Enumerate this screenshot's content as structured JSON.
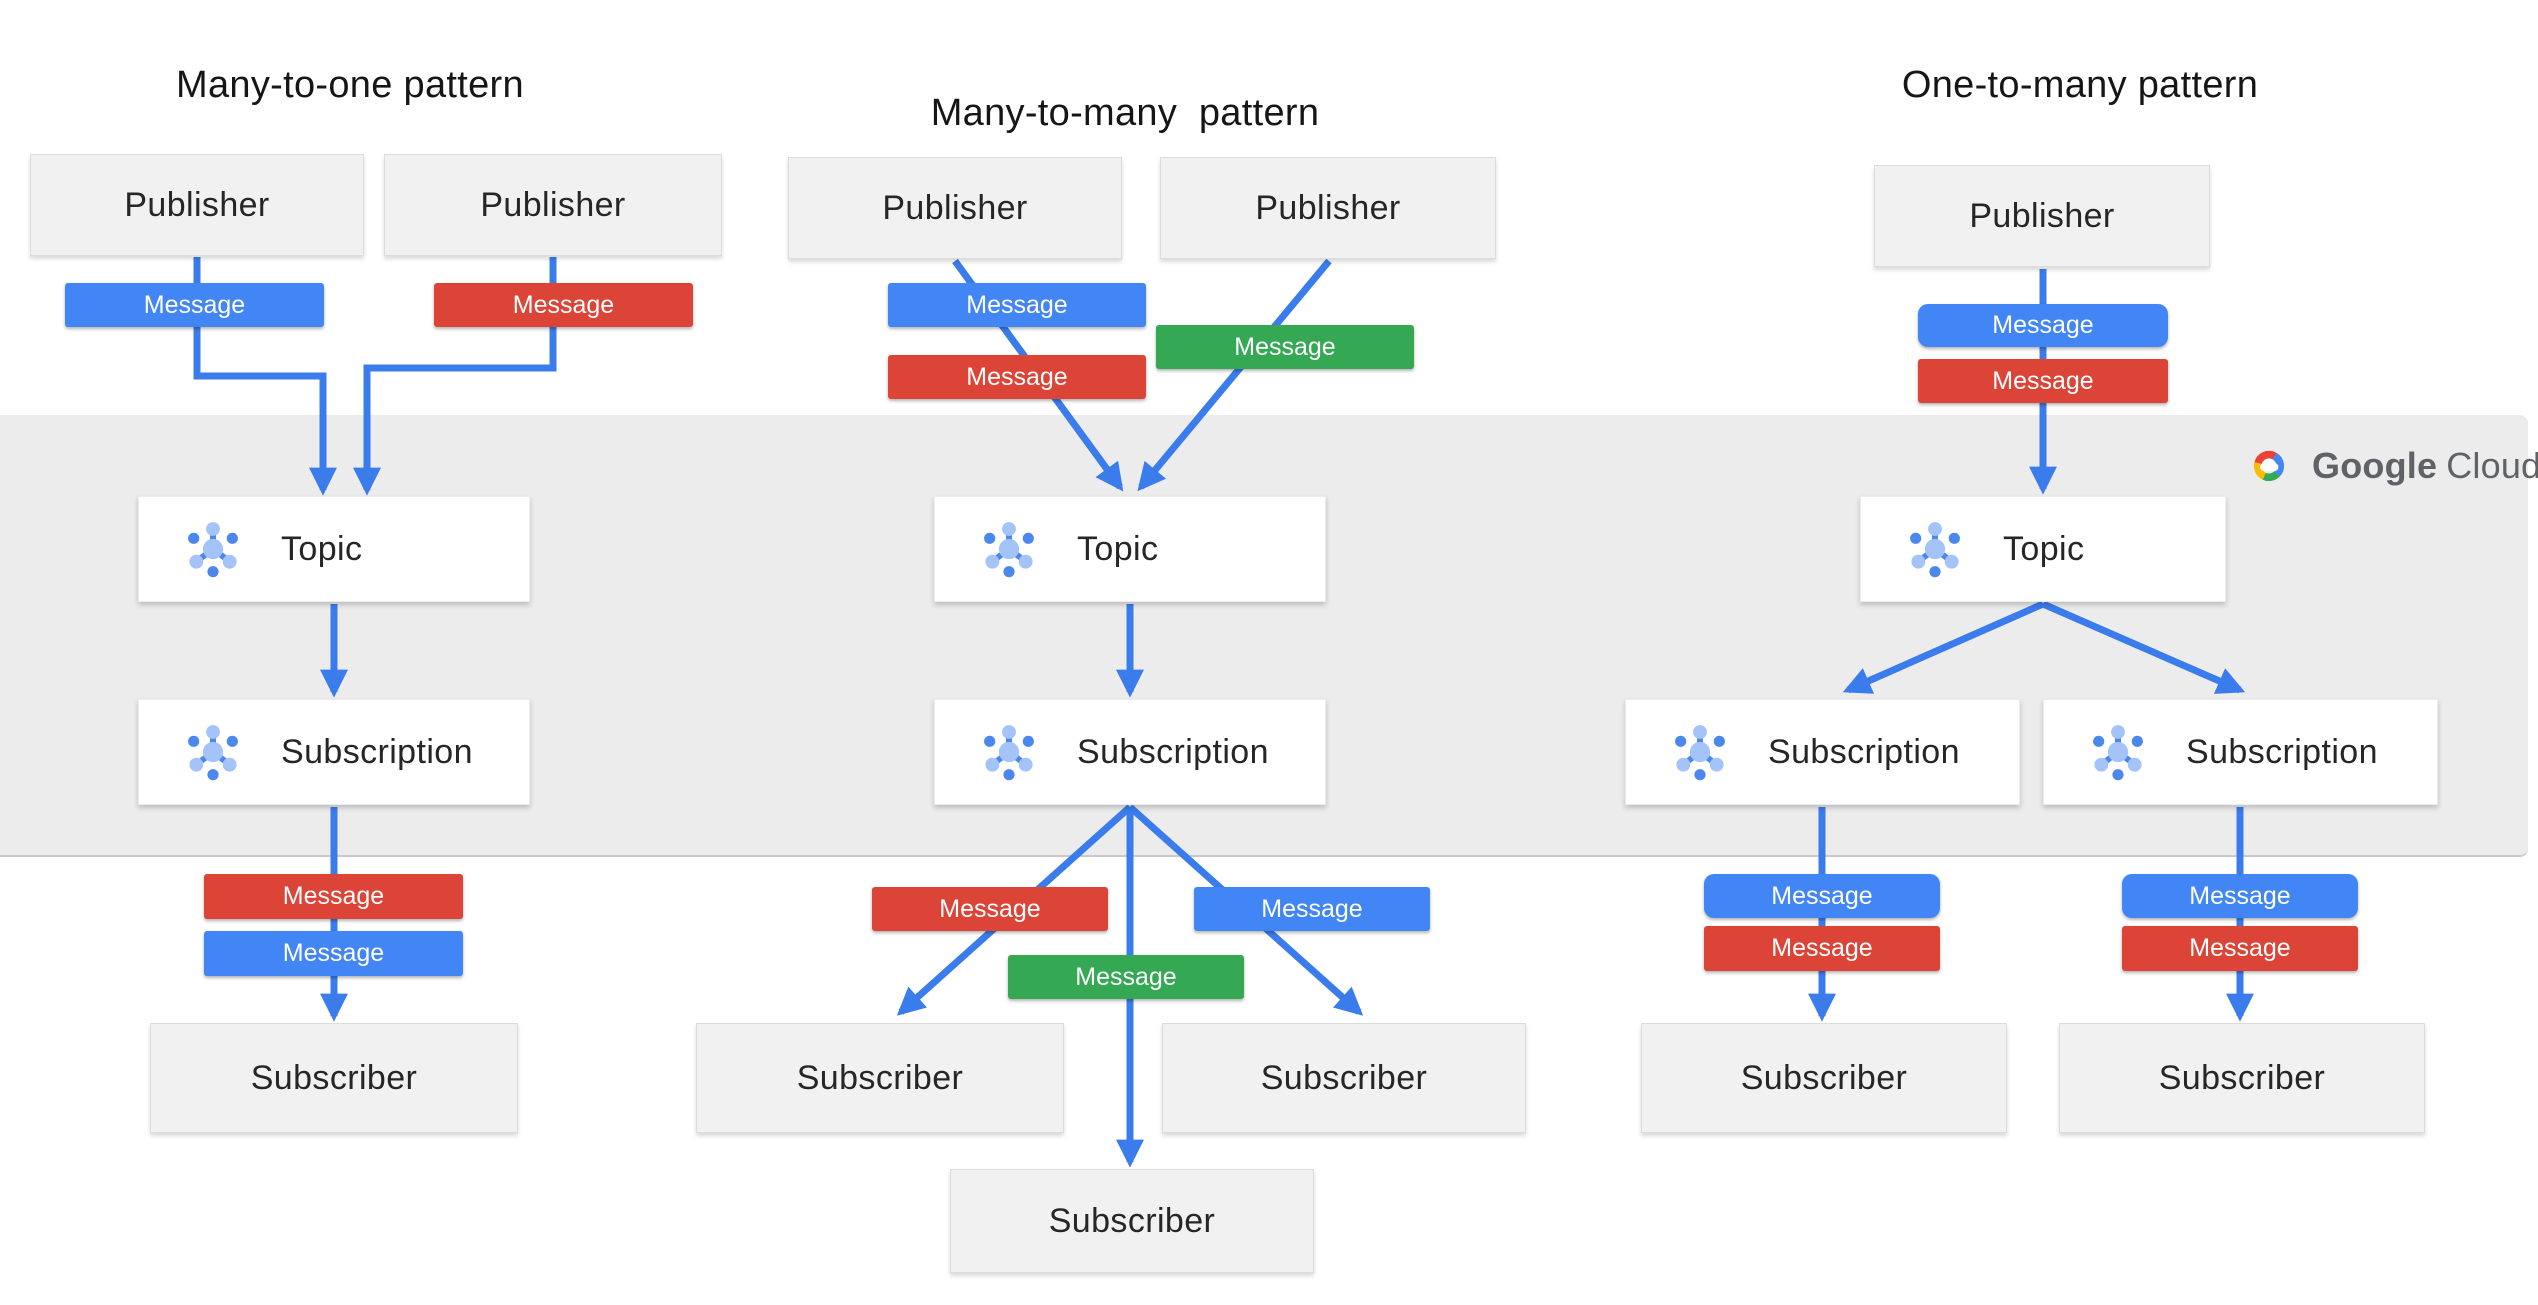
{
  "band": {
    "color": "#ECECEC"
  },
  "brand": {
    "google": "Google",
    "cloud": "Cloud"
  },
  "colors": {
    "message_blue": "#4285F4",
    "message_red": "#DB4437",
    "message_green": "#34A853",
    "arrow_blue": "#3B7CEC",
    "band_gray": "#ECECEC",
    "node_fill_gray": "#F1F1F1",
    "node_fill_white": "#FFFFFF",
    "logo_text_gray": "#5F6368"
  },
  "icons": {
    "pubsub_node": "pubsub-hub-icon",
    "google_cloud": "google-cloud-logo-icon"
  },
  "patterns": [
    {
      "title": "Many-to-one pattern",
      "publishers": [
        {
          "label": "Publisher"
        },
        {
          "label": "Publisher"
        }
      ],
      "publisher_messages": [
        {
          "label": "Message",
          "color": "#4285F4"
        },
        {
          "label": "Message",
          "color": "#DB4437"
        }
      ],
      "topic": {
        "label": "Topic"
      },
      "subscriptions": [
        {
          "label": "Subscription"
        }
      ],
      "subscriber_messages": [
        {
          "label": "Message",
          "color": "#DB4437"
        },
        {
          "label": "Message",
          "color": "#4285F4"
        }
      ],
      "subscribers": [
        {
          "label": "Subscriber"
        }
      ]
    },
    {
      "title": "Many-to-many  pattern",
      "publishers": [
        {
          "label": "Publisher"
        },
        {
          "label": "Publisher"
        }
      ],
      "publisher_messages": [
        {
          "label": "Message",
          "color": "#4285F4"
        },
        {
          "label": "Message",
          "color": "#DB4437"
        },
        {
          "label": "Message",
          "color": "#34A853"
        }
      ],
      "topic": {
        "label": "Topic"
      },
      "subscriptions": [
        {
          "label": "Subscription"
        }
      ],
      "subscriber_messages": [
        {
          "label": "Message",
          "color": "#DB4437"
        },
        {
          "label": "Message",
          "color": "#4285F4"
        },
        {
          "label": "Message",
          "color": "#34A853"
        }
      ],
      "subscribers": [
        {
          "label": "Subscriber"
        },
        {
          "label": "Subscriber"
        },
        {
          "label": "Subscriber"
        }
      ]
    },
    {
      "title": "One-to-many pattern",
      "publishers": [
        {
          "label": "Publisher"
        }
      ],
      "publisher_messages": [
        {
          "label": "Message",
          "color": "#4285F4"
        },
        {
          "label": "Message",
          "color": "#DB4437"
        }
      ],
      "topic": {
        "label": "Topic"
      },
      "subscriptions": [
        {
          "label": "Subscription"
        },
        {
          "label": "Subscription"
        }
      ],
      "subscriber_messages": [
        {
          "label": "Message",
          "color": "#4285F4"
        },
        {
          "label": "Message",
          "color": "#DB4437"
        },
        {
          "label": "Message",
          "color": "#4285F4"
        },
        {
          "label": "Message",
          "color": "#DB4437"
        }
      ],
      "subscribers": [
        {
          "label": "Subscriber"
        },
        {
          "label": "Subscriber"
        }
      ]
    }
  ]
}
